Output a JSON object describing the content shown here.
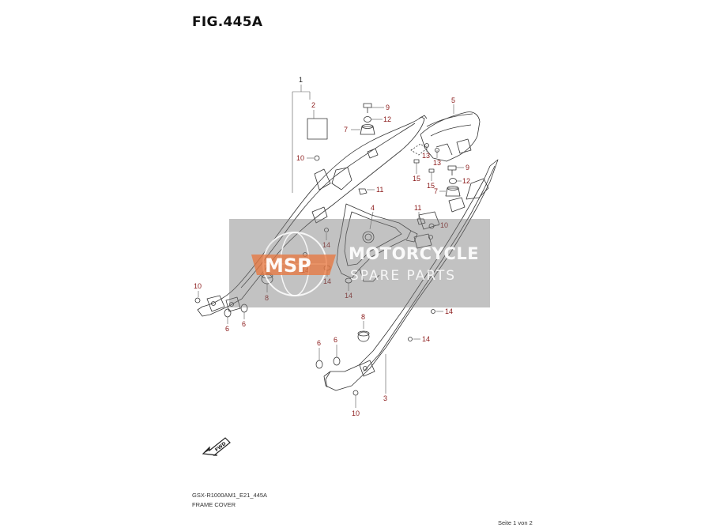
{
  "figure": {
    "title": "FIG.445A"
  },
  "callouts": [
    {
      "id": "c1",
      "label": "1"
    },
    {
      "id": "c2",
      "label": "2"
    },
    {
      "id": "c3",
      "label": "3"
    },
    {
      "id": "c4",
      "label": "4"
    },
    {
      "id": "c5",
      "label": "5"
    },
    {
      "id": "c6a",
      "label": "6"
    },
    {
      "id": "c6b",
      "label": "6"
    },
    {
      "id": "c6c",
      "label": "6"
    },
    {
      "id": "c6d",
      "label": "6"
    },
    {
      "id": "c7a",
      "label": "7"
    },
    {
      "id": "c7b",
      "label": "7"
    },
    {
      "id": "c8a",
      "label": "8"
    },
    {
      "id": "c8b",
      "label": "8"
    },
    {
      "id": "c9a",
      "label": "9"
    },
    {
      "id": "c9b",
      "label": "9"
    },
    {
      "id": "c10a",
      "label": "10"
    },
    {
      "id": "c10b",
      "label": "10"
    },
    {
      "id": "c10c",
      "label": "10"
    },
    {
      "id": "c10d",
      "label": "10"
    },
    {
      "id": "c11a",
      "label": "11"
    },
    {
      "id": "c11b",
      "label": "11"
    },
    {
      "id": "c12a",
      "label": "12"
    },
    {
      "id": "c12b",
      "label": "12"
    },
    {
      "id": "c13a",
      "label": "13"
    },
    {
      "id": "c13b",
      "label": "13"
    },
    {
      "id": "c14a",
      "label": "14"
    },
    {
      "id": "c14b",
      "label": "14"
    },
    {
      "id": "c14c",
      "label": "14"
    },
    {
      "id": "c14d",
      "label": "14"
    },
    {
      "id": "c14e",
      "label": "14"
    },
    {
      "id": "c15a",
      "label": "15"
    },
    {
      "id": "c15b",
      "label": "15"
    }
  ],
  "watermark": {
    "logo_text": "MSP",
    "brand": "MOTORCYCLE",
    "tagline": "SPARE PARTS"
  },
  "fwd_arrow": {
    "label": "FWD",
    "icon": "forward-arrow-icon"
  },
  "footer": {
    "model_code": "GSX-R1000AM1_E21_445A",
    "section_name": "FRAME COVER",
    "page_label": "Seite 1 von 2"
  },
  "colors": {
    "callout_text": "#8b1a1a",
    "line_art": "#333333",
    "watermark_band": "#787878",
    "watermark_accent": "#e8743b"
  }
}
